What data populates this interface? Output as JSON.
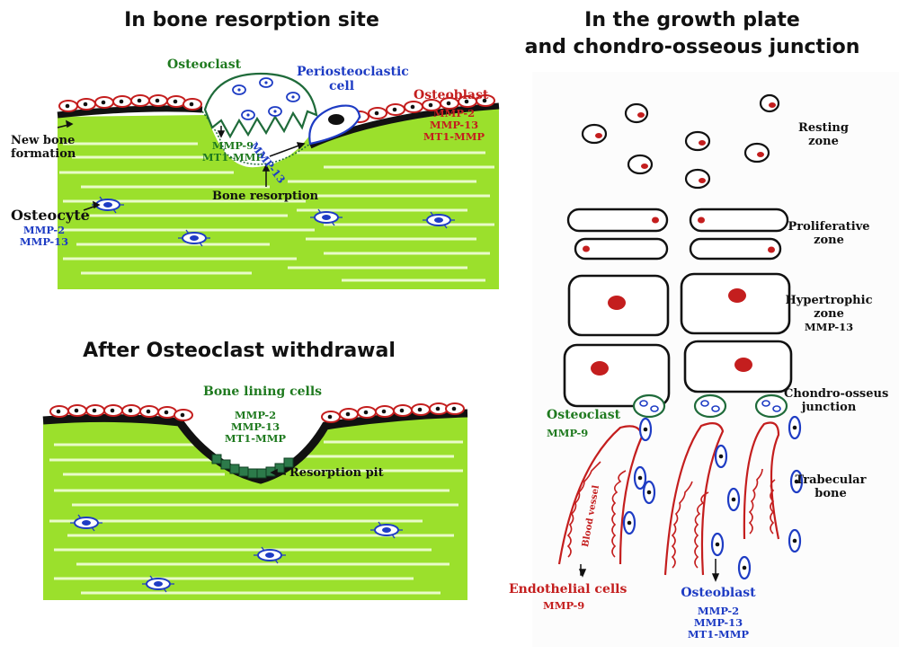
{
  "titles": {
    "left_top": "In bone resorption site",
    "left_bottom": "After Osteoclast withdrawal",
    "right": [
      "In the growth plate",
      "and chondro-osseous junction"
    ]
  },
  "resorption_site": {
    "osteoclast": "Osteoclast",
    "periosteoclastic": [
      "Periosteoclastic",
      "cell"
    ],
    "osteoblast": "Osteoblast",
    "osteoblast_mmps": [
      "MMP-2",
      "MMP-13",
      "MT1-MMP"
    ],
    "new_bone": [
      "New bone",
      "formation"
    ],
    "osteoclast_mmps": [
      "MMP-9",
      "MT1-MMP"
    ],
    "periosteoclastic_mmp": "MMP-13",
    "bone_resorption": "Bone resorption",
    "osteocyte": "Osteocyte",
    "osteocyte_mmps": [
      "MMP-2",
      "MMP-13"
    ]
  },
  "withdrawal": {
    "lining_cells": "Bone lining cells",
    "lining_mmps": [
      "MMP-2",
      "MMP-13",
      "MT1-MMP"
    ],
    "pit": "Resorption pit"
  },
  "growth_plate": {
    "resting": [
      "Resting",
      "zone"
    ],
    "proliferative": [
      "Proliferative",
      "zone"
    ],
    "hypertrophic": [
      "Hypertrophic",
      "zone",
      "MMP-13"
    ],
    "chondro": [
      "Chondro-osseus",
      "junction"
    ],
    "trabecular": [
      "Trabecular",
      "bone"
    ],
    "osteoclast": "Osteoclast",
    "osteoclast_mmp": "MMP-9",
    "blood_vessel": "Blood vessel",
    "endothelial": "Endothelial cells",
    "endothelial_mmp": "MMP-9",
    "osteoblast": "Osteoblast",
    "osteoblast_mmps": [
      "MMP-2",
      "MMP-13",
      "MT1-MMP"
    ]
  },
  "colors": {
    "bone": "#9be02c",
    "bone_light": "#c4f062",
    "osteoclast": "#1f6b3a",
    "osteoblast": "#c41e1e",
    "blue_cell": "#1e3cc4",
    "text_green": "#1f7a1f",
    "text_red": "#c41e1e",
    "text_blue": "#1e3cc4"
  }
}
